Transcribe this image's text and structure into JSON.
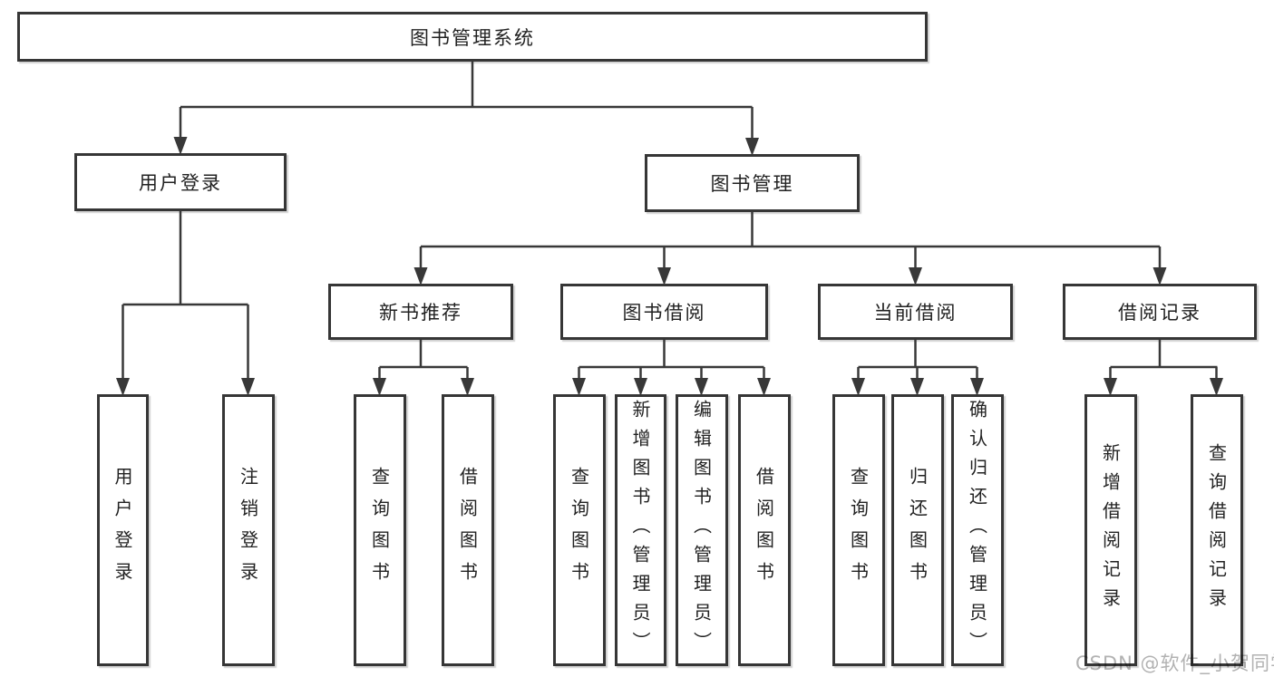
{
  "diagram": {
    "root": {
      "label": "图书管理系统"
    },
    "branches": [
      {
        "label": "用户登录",
        "children": [
          {
            "label": "用户登录"
          },
          {
            "label": "注销登录"
          }
        ]
      },
      {
        "label": "图书管理",
        "children": [
          {
            "label": "新书推荐",
            "children": [
              {
                "label": "查询图书"
              },
              {
                "label": "借阅图书"
              }
            ]
          },
          {
            "label": "图书借阅",
            "children": [
              {
                "label": "查询图书"
              },
              {
                "label": "新增图书（管理员）"
              },
              {
                "label": "编辑图书（管理员）"
              },
              {
                "label": "借阅图书"
              }
            ]
          },
          {
            "label": "当前借阅",
            "children": [
              {
                "label": "查询图书"
              },
              {
                "label": "归还图书"
              },
              {
                "label": "确认归还（管理员）"
              }
            ]
          },
          {
            "label": "借阅记录",
            "children": [
              {
                "label": "新增借阅记录"
              },
              {
                "label": "查询借阅记录"
              }
            ]
          }
        ]
      }
    ]
  },
  "watermark": "CSDN @软件_小贺同学",
  "colors": {
    "line": "#383838",
    "box_border": "#363636",
    "text": "#222222",
    "watermark": "#b2b2b2",
    "background": "#ffffff"
  }
}
